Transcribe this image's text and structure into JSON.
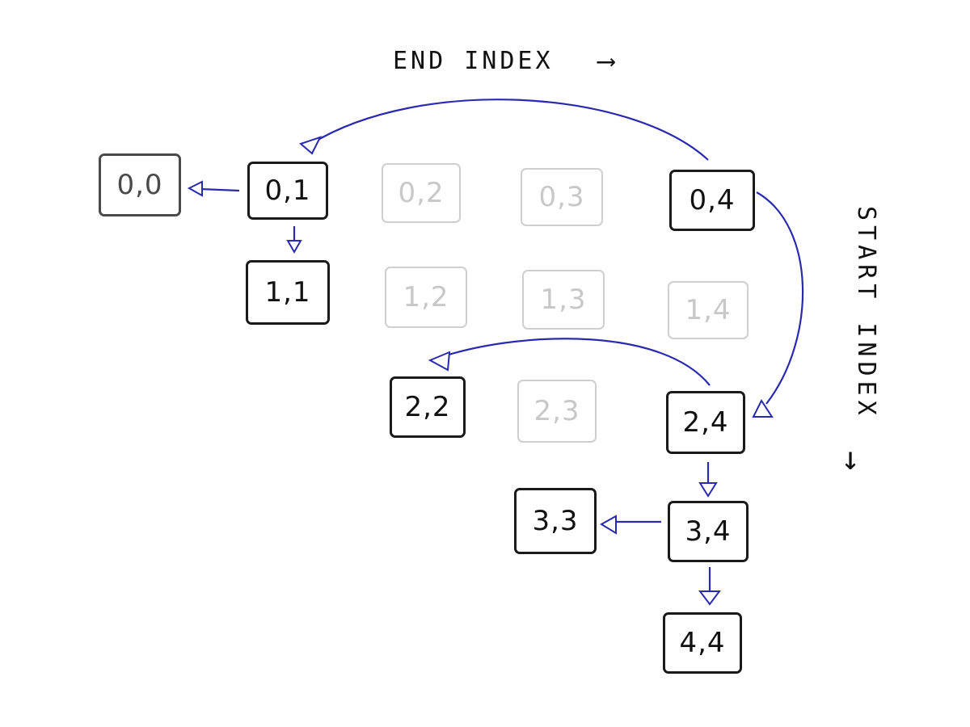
{
  "axes": {
    "end_index": "END INDEX",
    "end_arrow": "⟶",
    "start_index": "START INDEX",
    "start_arrow": "↓"
  },
  "colors": {
    "arrow": "#2a2ab0",
    "box_active": "#1a1a1a",
    "box_faded": "#cfcfcf"
  },
  "nodes": {
    "n00": "0,0",
    "n01": "0,1",
    "n02": "0,2",
    "n03": "0,3",
    "n04": "0,4",
    "n11": "1,1",
    "n12": "1,2",
    "n13": "1,3",
    "n14": "1,4",
    "n22": "2,2",
    "n23": "2,3",
    "n24": "2,4",
    "n33": "3,3",
    "n34": "3,4",
    "n44": "4,4"
  },
  "states": {
    "active": [
      "n01",
      "n04",
      "n11",
      "n22",
      "n24",
      "n33",
      "n34",
      "n44"
    ],
    "skipped": [
      "n00"
    ],
    "faded": [
      "n02",
      "n03",
      "n12",
      "n13",
      "n14",
      "n23"
    ]
  },
  "edges": [
    {
      "from": "0,4",
      "to": "0,1"
    },
    {
      "from": "0,4",
      "to": "2,4"
    },
    {
      "from": "0,1",
      "to": "0,0"
    },
    {
      "from": "0,1",
      "to": "1,1"
    },
    {
      "from": "2,4",
      "to": "2,2"
    },
    {
      "from": "2,4",
      "to": "3,4"
    },
    {
      "from": "3,4",
      "to": "3,3"
    },
    {
      "from": "3,4",
      "to": "4,4"
    }
  ]
}
